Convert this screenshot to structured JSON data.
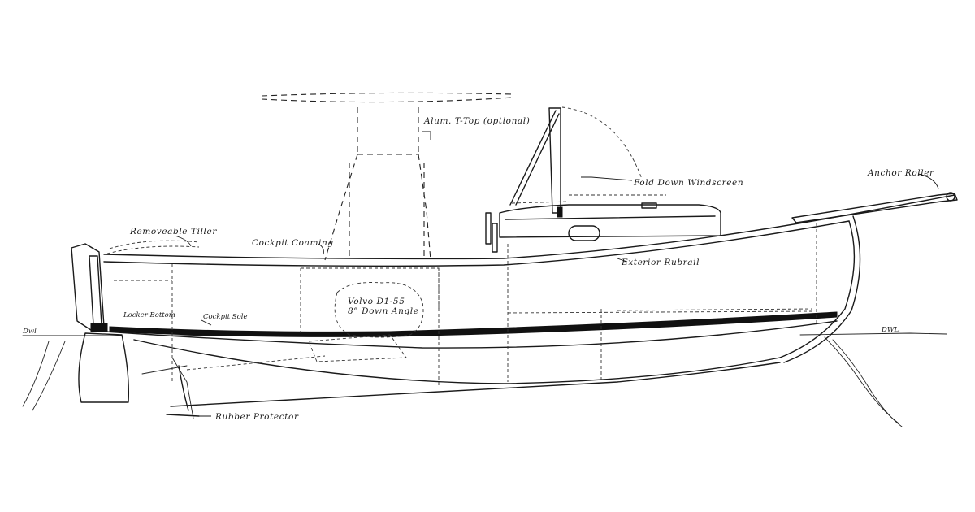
{
  "labels": {
    "t_top": "Alum. T-Top (optional)",
    "windscreen": "Fold Down Windscreen",
    "anchor_roller": "Anchor Roller",
    "removeable_tiller": "Removeable Tiller",
    "cockpit_coaming": "Cockpit Coaming",
    "exterior_rubrail": "Exterior Rubrail",
    "engine_line1": "Volvo D1-55",
    "engine_line2": "8° Down Angle",
    "locker_bottom": "Locker Bottom",
    "cockpit_sole": "Cockpit Sole",
    "rubber_protector": "Rubber Protector",
    "dwl_aft": "Dwl",
    "dwl_fwd": "DWL"
  },
  "colors": {
    "ink": "#1a1a1a",
    "paper": "#ffffff"
  }
}
